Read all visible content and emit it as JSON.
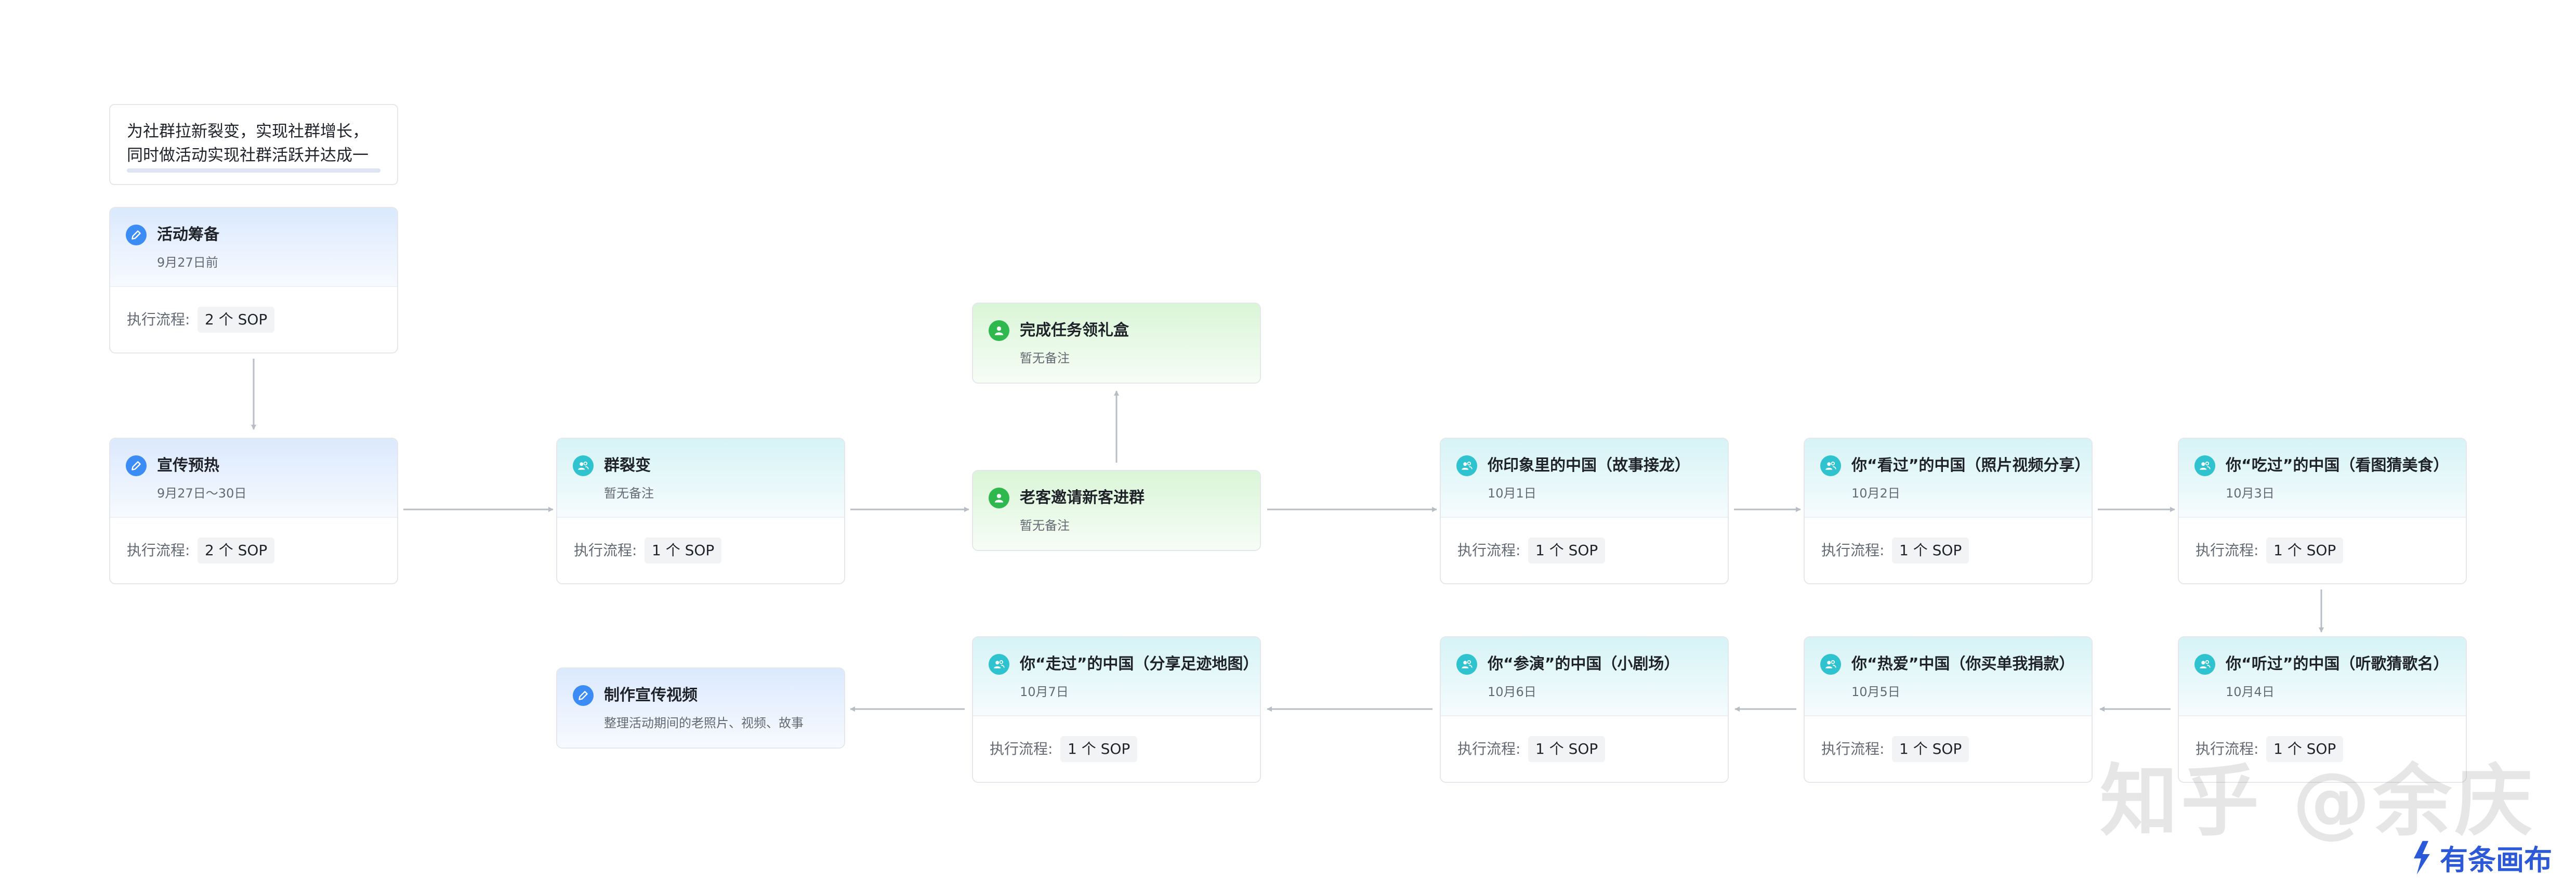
{
  "note": {
    "line1": "为社群拉新裂变，实现社群增长，",
    "line2": "同时做活动实现社群活跃并达成一"
  },
  "exec_label": "执行流程:",
  "nodes": {
    "prep": {
      "title": "活动筹备",
      "sub": "9月27日前",
      "sop": "2 个 SOP",
      "icon": "pencil-icon"
    },
    "warmup": {
      "title": "宣传预热",
      "sub": "9月27日～30日",
      "sop": "2 个 SOP",
      "icon": "pencil-icon"
    },
    "fission": {
      "title": "群裂变",
      "sub": "暂无备注",
      "sop": "1 个 SOP",
      "icon": "group-icon"
    },
    "invite": {
      "title": "老客邀请新客进群",
      "sub": "暂无备注",
      "icon": "user-icon"
    },
    "giftbox": {
      "title": "完成任务领礼盒",
      "sub": "暂无备注",
      "icon": "user-icon"
    },
    "day1": {
      "title": "你印象里的中国（故事接龙）",
      "sub": "10月1日",
      "sop": "1 个 SOP",
      "icon": "group-icon"
    },
    "day2": {
      "title": "你“看过”的中国（照片视频分享）",
      "sub": "10月2日",
      "sop": "1 个 SOP",
      "icon": "group-icon"
    },
    "day3": {
      "title": "你“吃过”的中国（看图猜美食）",
      "sub": "10月3日",
      "sop": "1 个 SOP",
      "icon": "group-icon"
    },
    "day4": {
      "title": "你“听过”的中国（听歌猜歌名）",
      "sub": "10月4日",
      "sop": "1 个 SOP",
      "icon": "group-icon"
    },
    "day5": {
      "title": "你“热爱”中国（你买单我捐款）",
      "sub": "10月5日",
      "sop": "1 个 SOP",
      "icon": "group-icon"
    },
    "day6": {
      "title": "你“参演”的中国（小剧场）",
      "sub": "10月6日",
      "sop": "1 个 SOP",
      "icon": "group-icon"
    },
    "day7": {
      "title": "你“走过”的中国（分享足迹地图）",
      "sub": "10月7日",
      "sop": "1 个 SOP",
      "icon": "group-icon"
    },
    "video": {
      "title": "制作宣传视频",
      "sub": "整理活动期间的老照片、视频、故事",
      "icon": "pencil-icon"
    }
  },
  "watermark": "知乎 @余庆",
  "brand": "有条画布",
  "colors": {
    "blue_icon": "#3b8cf5",
    "cyan_icon": "#2fc2cf",
    "green_icon": "#2eb84d",
    "edge": "#b8bcc3",
    "brand": "#2b59d8"
  }
}
